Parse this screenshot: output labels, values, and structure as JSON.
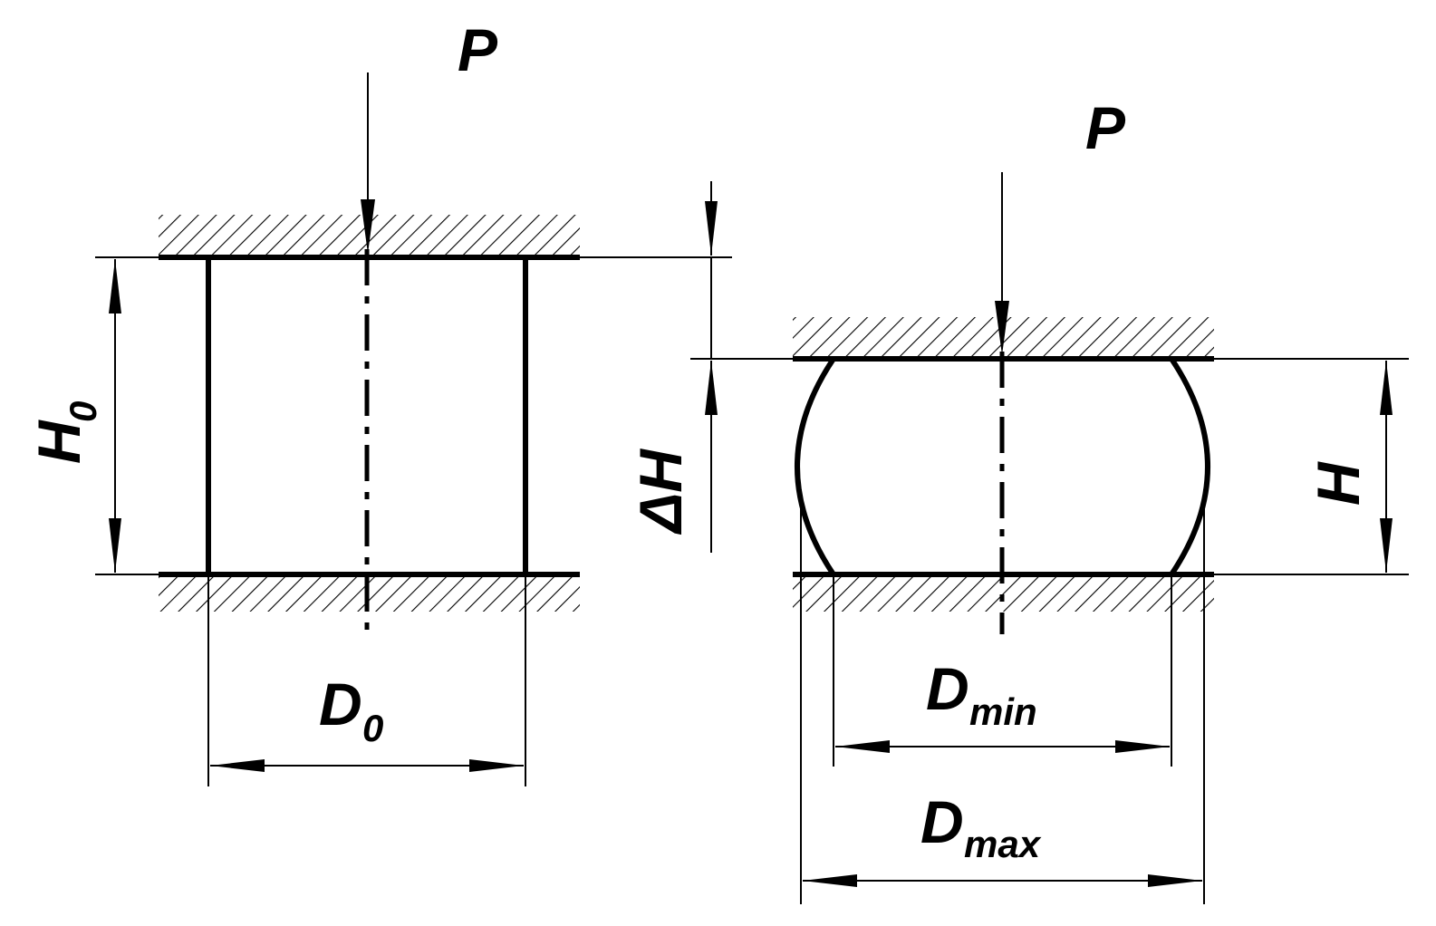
{
  "labels": {
    "force_left": "P",
    "force_right": "P",
    "initial_height_main": "H",
    "initial_height_sub": "0",
    "initial_diameter_main": "D",
    "initial_diameter_sub": "0",
    "height_change": "ΔH",
    "final_height": "H",
    "min_diameter_main": "D",
    "min_diameter_sub": "min",
    "max_diameter_main": "D",
    "max_diameter_sub": "max"
  },
  "colors": {
    "ink": "#000000",
    "background": "#ffffff"
  }
}
